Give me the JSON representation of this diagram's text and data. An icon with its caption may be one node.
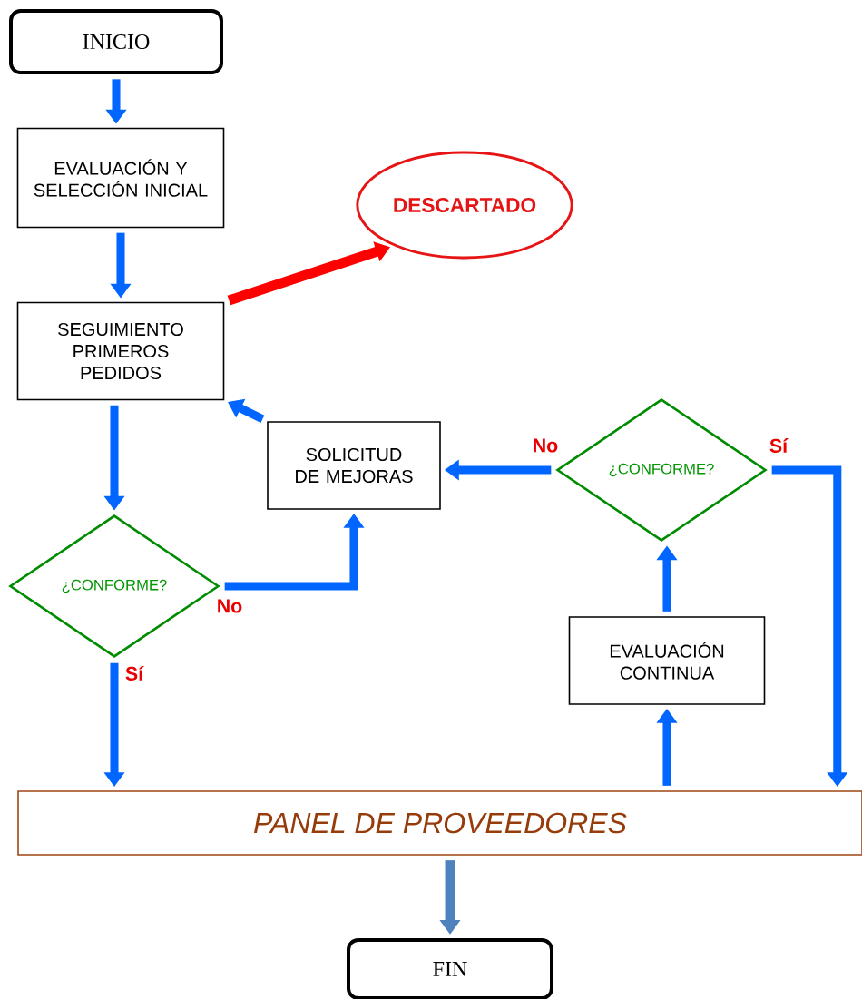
{
  "diagram": {
    "nodes": [
      {
        "text": [
          "INICIO"
        ]
      },
      {
        "text": [
          "EVALUACIÓN Y SELECCIÓN INICIAL"
        ]
      },
      {
        "text": [
          "DESCARTADO"
        ]
      },
      {
        "text": [
          "SEGUIMIENTO PRIMEROS PEDIDOS"
        ]
      },
      {
        "text": [
          "SOLICITUD DE MEJORAS"
        ]
      },
      {
        "text": [
          "¿CONFORME?"
        ]
      },
      {
        "text": [
          "¿CONFORME?"
        ]
      },
      {
        "text": [
          "EVALUACIÓN CONTINUA"
        ]
      },
      {
        "text": [
          "PANEL DE PROVEEDORES"
        ]
      },
      {
        "text": [
          "FIN"
        ]
      }
    ],
    "edges": [
      {
        "from": 0,
        "to": 1,
        "arrow": "to"
      },
      {
        "from": 1,
        "to": 3,
        "arrow": "to"
      },
      {
        "from": 3,
        "to": 2,
        "arrow": "to",
        "color": "#ff0000"
      },
      {
        "from": 3,
        "to": 6,
        "arrow": "to"
      },
      {
        "from": 6,
        "to": 4,
        "arrow": "to",
        "label": "No"
      },
      {
        "from": 6,
        "to": 8,
        "arrow": "to",
        "label": "Sí"
      },
      {
        "from": 5,
        "to": 4,
        "arrow": "to",
        "label": "No"
      },
      {
        "from": 5,
        "to": 8,
        "arrow": "to",
        "label": "Sí"
      },
      {
        "from": 7,
        "to": 5,
        "arrow": "to"
      },
      {
        "from": 8,
        "to": 7,
        "arrow": "to"
      },
      {
        "from": 4,
        "to": 3,
        "arrow": "to"
      },
      {
        "from": 8,
        "to": 9,
        "arrow": "to",
        "color": "#4f81bd"
      }
    ]
  }
}
